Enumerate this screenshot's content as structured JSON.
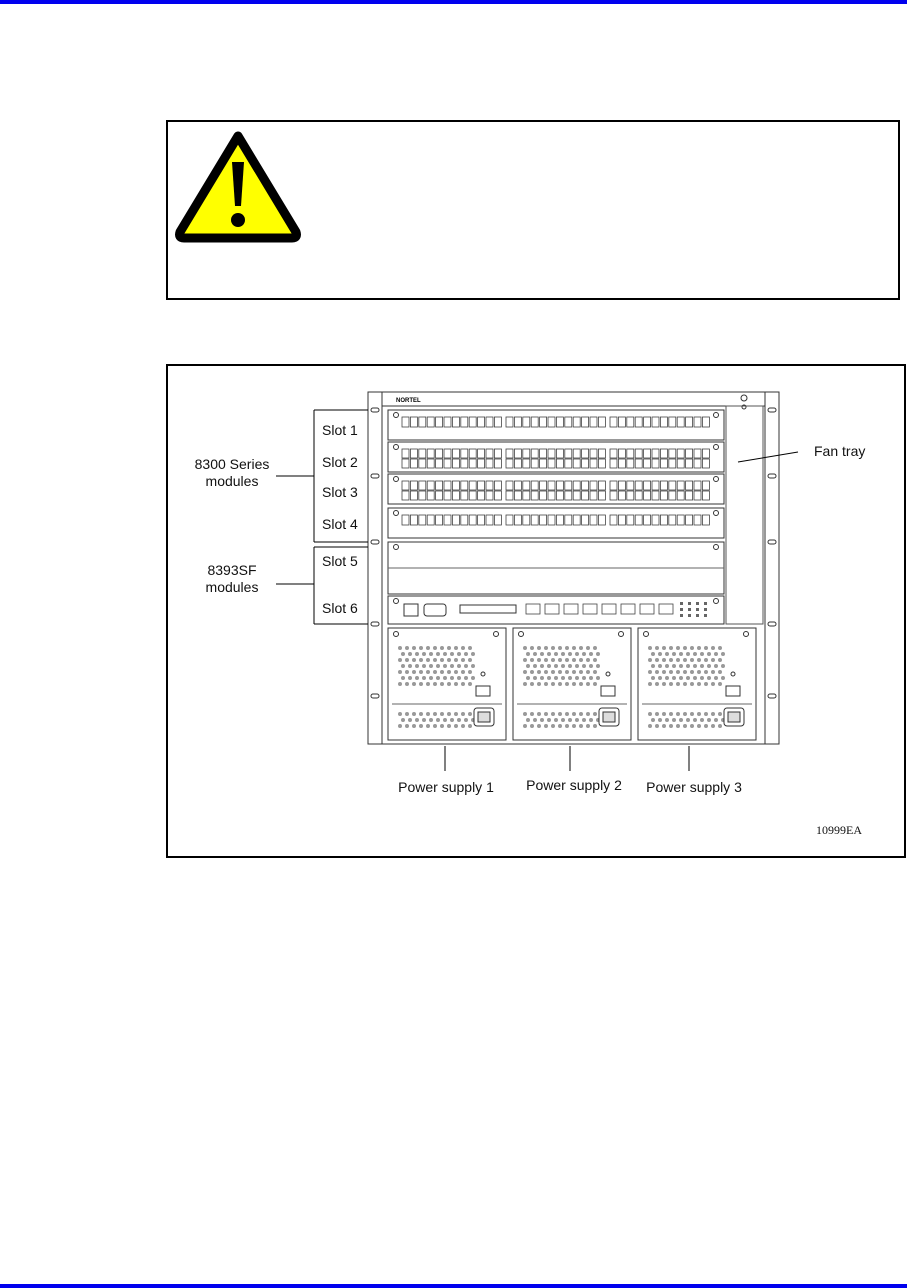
{
  "figure": {
    "slot_labels": [
      "Slot 1",
      "Slot 2",
      "Slot 3",
      "Slot 4",
      "Slot 5",
      "Slot 6"
    ],
    "group_8300": {
      "line1": "8300 Series",
      "line2": "modules"
    },
    "group_8393": {
      "line1": "8393SF",
      "line2": "modules"
    },
    "fan_tray_label": "Fan tray",
    "power_supply_labels": [
      "Power supply 1",
      "Power supply 2",
      "Power supply 3"
    ],
    "brand_text": "NORTEL",
    "figure_id": "10999EA"
  },
  "colors": {
    "rule": "#0000ee",
    "caution_fill": "#ffff00"
  },
  "icons": [
    "caution-icon"
  ]
}
